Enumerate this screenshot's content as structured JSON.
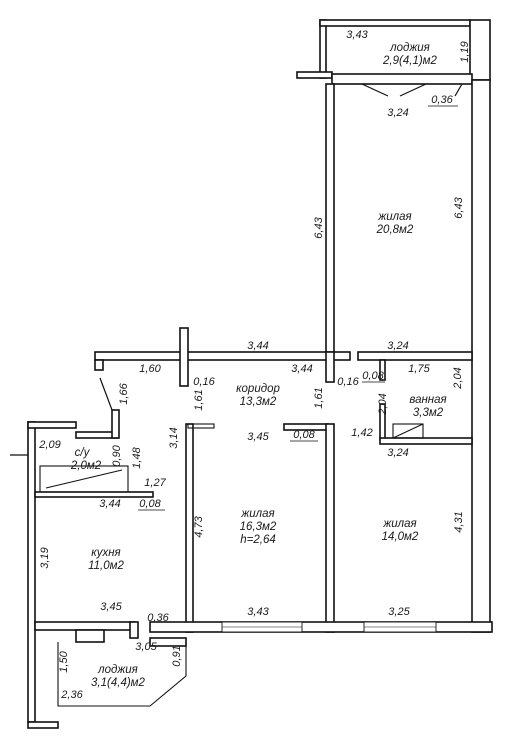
{
  "rooms": [
    {
      "key": "loggia_top",
      "name": "лоджия",
      "area": "2,9(4,1)м2"
    },
    {
      "key": "living_large",
      "name": "жилая",
      "area": "20,8м2"
    },
    {
      "key": "corridor",
      "name": "коридор",
      "area": "13,3м2"
    },
    {
      "key": "bathroom",
      "name": "ванная",
      "area": "3,3м2"
    },
    {
      "key": "wc",
      "name": "с/у",
      "area": "2,0м2"
    },
    {
      "key": "living_mid",
      "name": "жилая",
      "area": "16,3м2",
      "extra": "h=2,64"
    },
    {
      "key": "living_right",
      "name": "жилая",
      "area": "14,0м2"
    },
    {
      "key": "kitchen",
      "name": "кухня",
      "area": "11,0м2"
    },
    {
      "key": "loggia_bottom",
      "name": "лоджия",
      "area": "3,1(4,4)м2"
    }
  ],
  "dimensions": {
    "d_3_43_top": "3,43",
    "d_1_19": "1,19",
    "d_3_24_top": "3,24",
    "d_0_36_top": "0,36",
    "d_6_43_left": "6,43",
    "d_6_43_right": "6,43",
    "d_3_44_wall": "3,44",
    "d_3_44_corr": "3,44",
    "d_3_24_bath_top": "3,24",
    "d_1_60": "1,60",
    "d_0_16_a": "0,16",
    "d_1_61_a": "1,61",
    "d_1_61_b": "1,61",
    "d_0_16_b": "0,16",
    "d_0_08_a": "0,08",
    "d_1_75": "1,75",
    "d_2_04_right": "2,04",
    "d_1_66": "1,66",
    "d_2_04_bath": "2,04",
    "d_1_42": "1,42",
    "d_3_24_bath_bottom": "3,24",
    "d_2_09": "2,09",
    "d_0_90": "0,90",
    "d_1_48": "1,48",
    "d_3_14": "3,14",
    "d_3_45_mid": "3,45",
    "d_0_08_b": "0,08",
    "d_1_27": "1,27",
    "d_3_44_wc": "3,44",
    "d_0_08_c": "0,08",
    "d_4_73": "4,73",
    "d_4_31": "4,31",
    "d_3_19": "3,19",
    "d_3_45_kitchen": "3,45",
    "d_0_36_kitchen": "0,36",
    "d_3_43_bottom": "3,43",
    "d_3_25": "3,25",
    "d_3_05": "3,05",
    "d_0_91": "0,91",
    "d_1_50": "1,50",
    "d_2_36": "2,36"
  }
}
